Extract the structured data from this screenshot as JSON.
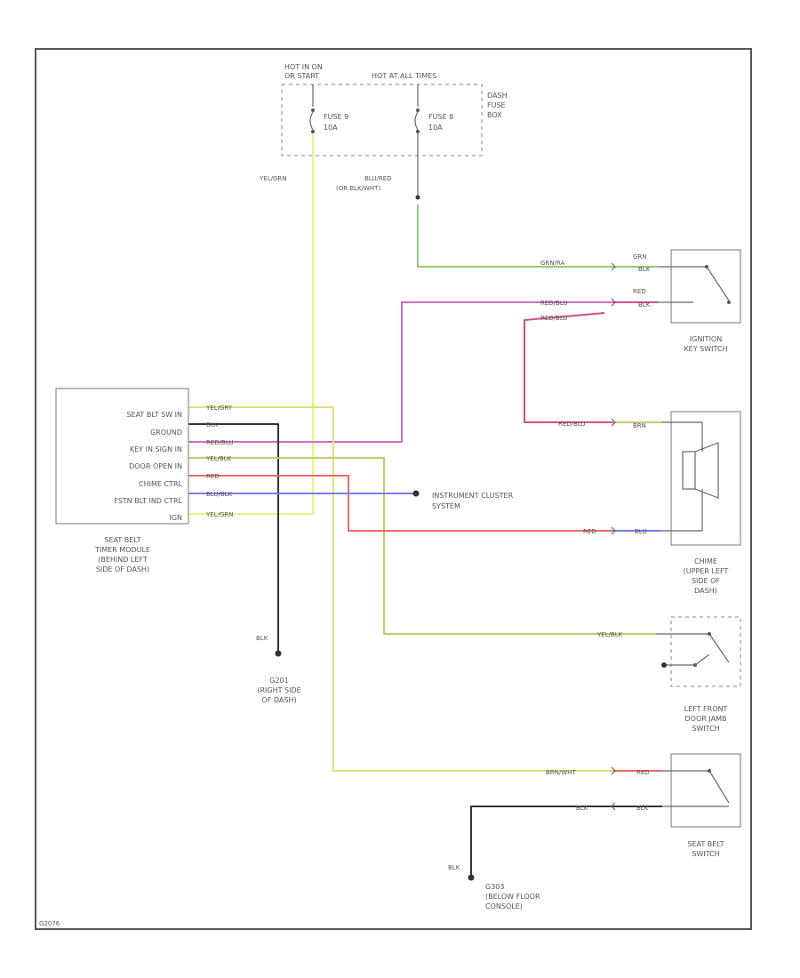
{
  "fusebox": {
    "hot_line1": "HOT IN ON",
    "hot_line2": "OR START",
    "hot_at_all_times": "HOT AT ALL TIMES",
    "fuse9_name": "FUSE 9",
    "fuse9_amp": "10A",
    "fuse8_name": "FUSE 8",
    "fuse8_amp": "10A",
    "box_line1": "DASH",
    "box_line2": "FUSE",
    "box_line3": "BOX"
  },
  "wires": {
    "yel_grn_top": "YEL/GRN",
    "blu_red": "BLU/RED",
    "or_blk_wht": "(OR BLK/WHT)",
    "grn_a": "GRN/RA",
    "grn_top": "GRN",
    "blk_ign1": "BLK",
    "red_blu_long": "RED/BLU",
    "red_short": "RED",
    "blk_ign2": "BLK",
    "red_blu_mid": "RED/BLU",
    "red_blu_chime": "RED/BLU",
    "brn": "BRN",
    "red_chime": "RED",
    "blu_chime": "BLU",
    "yel_blk_door": "YEL/BLK",
    "brn_wht": "BRN/WHT",
    "red_seat": "RED",
    "blk_seat1": "BLK",
    "blk_seat2": "BLK",
    "blk_g201": "BLK",
    "blk_g303": "BLK",
    "mod_yel_grn1": "YEL/GRY",
    "mod_blk": "BLK",
    "mod_red_blu": "RED/BLU",
    "mod_yel_blk": "YEL/BLK",
    "mod_red": "RED",
    "mod_blu_blk": "BLU/BLK",
    "mod_yel_grn2": "YEL/GRN"
  },
  "module": {
    "pins": [
      "SEAT BLT SW IN",
      "GROUND",
      "KEY IN SIGN IN",
      "DOOR OPEN IN",
      "CHIME CTRL",
      "FSTN BLT IND CTRL",
      "IGN"
    ],
    "label": [
      "SEAT BELT",
      "TIMER MODULE",
      "(BEHIND LEFT",
      "SIDE OF DASH)"
    ]
  },
  "instrument_cluster": [
    "INSTRUMENT CLUSTER",
    "SYSTEM"
  ],
  "ignition_switch": [
    "IGNITION",
    "KEY SWITCH"
  ],
  "chime": [
    "CHIME",
    "(UPPER LEFT",
    "SIDE OF",
    "DASH)"
  ],
  "door_switch": [
    "LEFT FRONT",
    "DOOR JAMB",
    "SWITCH"
  ],
  "seat_belt_switch": [
    "SEAT BELT",
    "SWITCH"
  ],
  "ground_g201": [
    "G201",
    "(RIGHT SIDE",
    "OF DASH)"
  ],
  "ground_g303": [
    "G303",
    "(BELOW FLOOR",
    "CONSOLE)"
  ],
  "figure_id": "G2076",
  "colors": {
    "yel_grn": "#e3f58a",
    "green": "#8fcf7a",
    "pink": "#cc6fbd",
    "magenta": "#d94a8c",
    "yellow": "#e0e07a",
    "olive": "#c9c96a",
    "red": "#f06a6a",
    "blue": "#7a7af0",
    "black": "#333333"
  }
}
